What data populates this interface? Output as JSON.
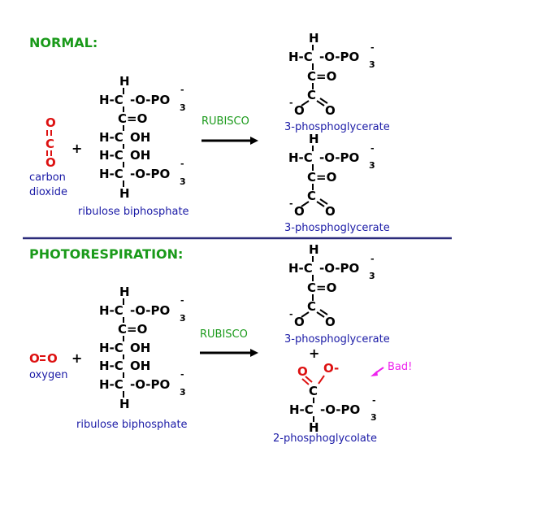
{
  "headers": {
    "normal": "NORMAL:",
    "photorespiration": "PHOTORESPIRATION:"
  },
  "enzyme": "RUBISCO",
  "bad_label": "Bad!",
  "labels": {
    "carbon_dioxide_1": "carbon",
    "carbon_dioxide_2": "dioxide",
    "oxygen": "oxygen",
    "ribulose_biphosphate": "ribulose biphosphate",
    "pga": "3-phosphoglycerate",
    "phosphoglycolate": "2-phosphoglycolate"
  },
  "plus_sign": "+",
  "atoms": {
    "H": "H",
    "C": "C",
    "O": "O",
    "OH": "OH",
    "PO": "PO",
    "three": "3",
    "minus": "-",
    "O_minus": "O-",
    "HC": "H-C",
    "O_PO": "-O-PO",
    "C_eq_O": "C=O",
    "C_OH": "C-OH",
    "O_eq_O": "O=O",
    "neg": "-O"
  },
  "colors": {
    "header_green": "#1a9a1a",
    "label_blue": "#1a1aa6",
    "atom_red": "#dd1111",
    "bad_magenta": "#ee22ee",
    "divider": "#2b2b7a"
  }
}
